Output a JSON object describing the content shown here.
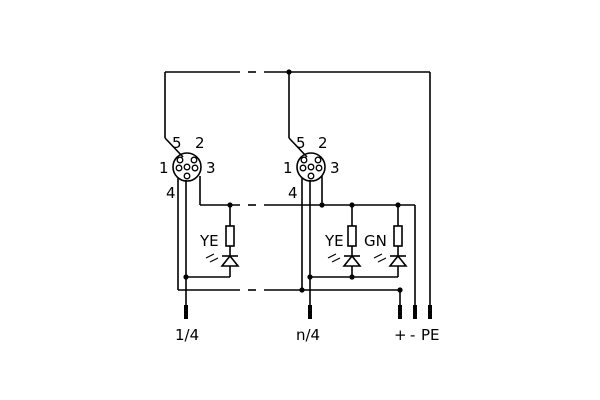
{
  "connectors": [
    {
      "pins": [
        "5",
        "2",
        "1",
        "3",
        "4"
      ]
    },
    {
      "pins": [
        "5",
        "2",
        "1",
        "3",
        "4"
      ]
    }
  ],
  "leds": [
    {
      "color_label": "YE"
    },
    {
      "color_label": "YE"
    },
    {
      "color_label": "GN"
    }
  ],
  "terminals": [
    "1/4",
    "n/4",
    "+",
    "-",
    "PE"
  ],
  "colors": {
    "line": "#000000",
    "background": "#ffffff"
  }
}
